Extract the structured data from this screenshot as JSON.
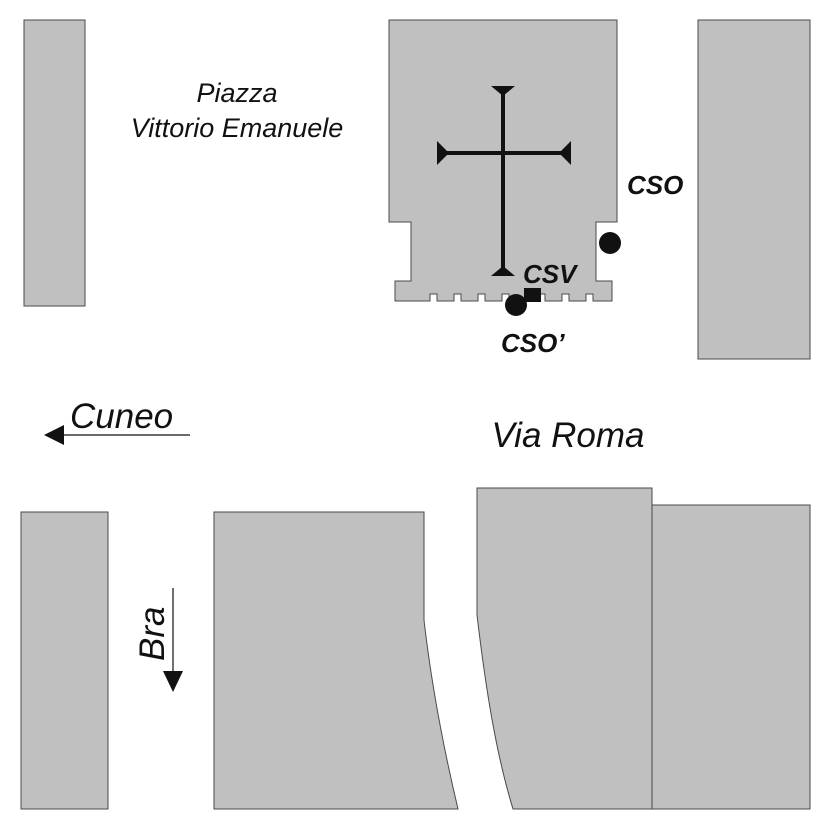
{
  "labels": {
    "piazza_line1": "Piazza",
    "piazza_line2": "Vittorio Emanuele",
    "via_roma": "Via Roma",
    "cuneo": "Cuneo",
    "bra": "Bra"
  },
  "markers": {
    "cso": "CSO",
    "csv": "CSV",
    "cso_prime": "CSO’"
  },
  "icons": {
    "church": "cross-icon",
    "direction": "arrow-icon"
  },
  "colors": {
    "buildings": "#c0c0c0",
    "ink": "#111111",
    "background": "#ffffff"
  }
}
